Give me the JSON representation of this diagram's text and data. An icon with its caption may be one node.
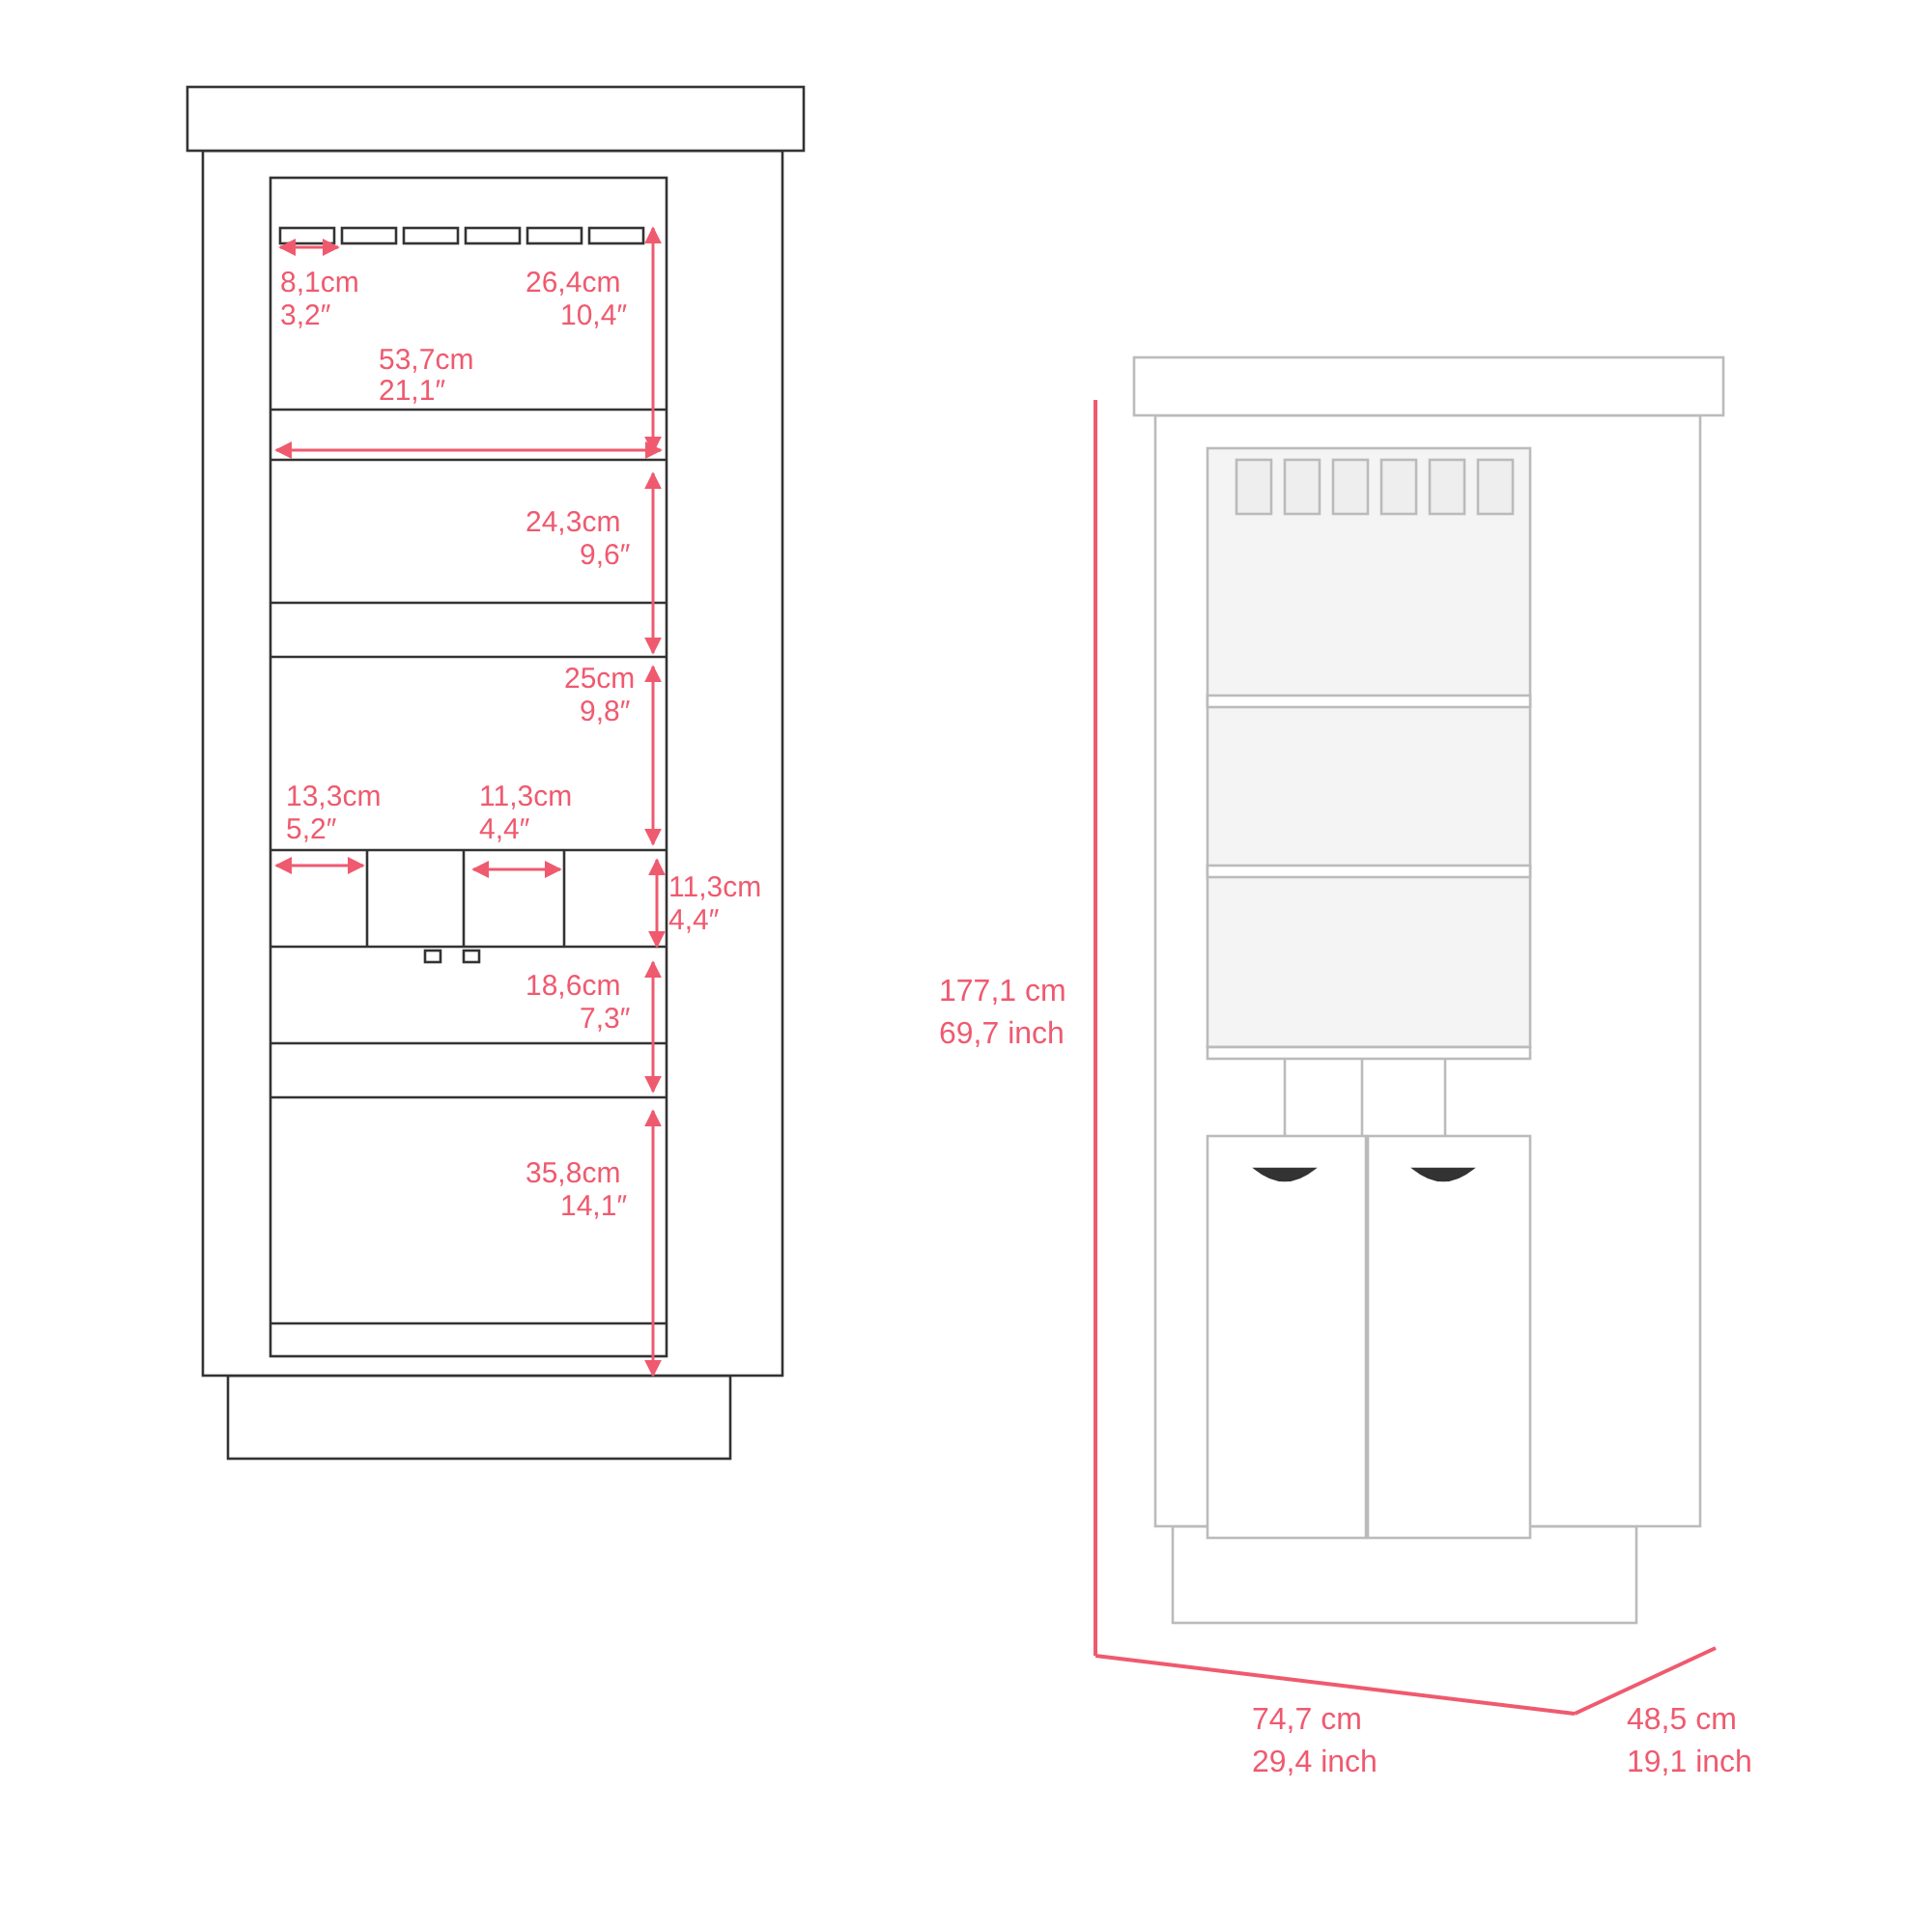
{
  "diagram": {
    "labels": [
      "8,1cm",
      "3,2″",
      "26,4cm",
      "10,4″",
      "53,7cm",
      "21,1″",
      "24,3cm",
      "9,6″",
      "25cm",
      "9,8″",
      "13,3cm",
      "5,2″",
      "11,3cm",
      "4,4″",
      "11,3cm",
      "4,4″",
      "18,6cm",
      "7,3″",
      "35,8cm",
      "14,1″",
      "177,1 cm",
      "69,7 inch",
      "74,7 cm",
      "29,4 inch",
      "48,5 cm",
      "19,1 inch"
    ]
  }
}
